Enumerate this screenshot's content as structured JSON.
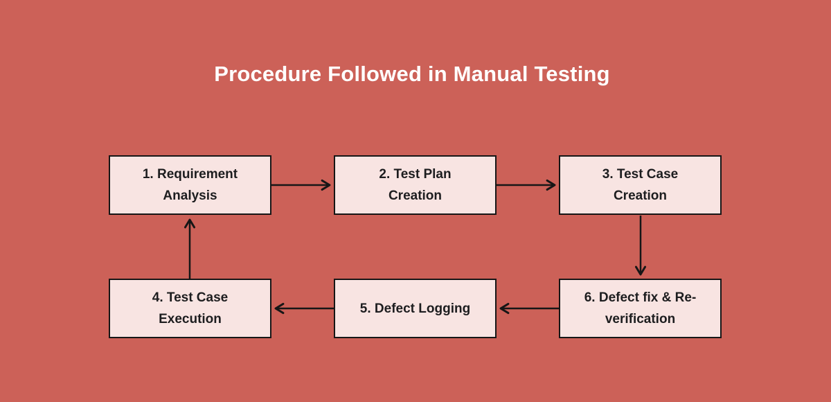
{
  "title": "Procedure Followed in Manual Testing",
  "colors": {
    "background": "#cc6158",
    "box_fill": "#f8e4e2",
    "box_border": "#161616",
    "box_text": "#1d1d1f",
    "title_text": "#ffffff",
    "arrow": "#161616"
  },
  "flowchart": {
    "steps": [
      {
        "number": 1,
        "lines": [
          "1. Requirement",
          "Analysis"
        ]
      },
      {
        "number": 2,
        "lines": [
          "2. Test Plan",
          "Creation"
        ]
      },
      {
        "number": 3,
        "lines": [
          "3. Test Case",
          "Creation"
        ]
      },
      {
        "number": 4,
        "lines": [
          "4. Test Case",
          "Execution"
        ]
      },
      {
        "number": 5,
        "lines": [
          "5. Defect Logging"
        ]
      },
      {
        "number": 6,
        "lines": [
          "6. Defect fix & Re-",
          "verification"
        ]
      }
    ],
    "connections": [
      {
        "from": 1,
        "to": 2,
        "direction": "right"
      },
      {
        "from": 2,
        "to": 3,
        "direction": "right"
      },
      {
        "from": 3,
        "to": 6,
        "direction": "down"
      },
      {
        "from": 6,
        "to": 5,
        "direction": "left"
      },
      {
        "from": 5,
        "to": 4,
        "direction": "left"
      },
      {
        "from": 4,
        "to": 1,
        "direction": "up"
      }
    ]
  }
}
